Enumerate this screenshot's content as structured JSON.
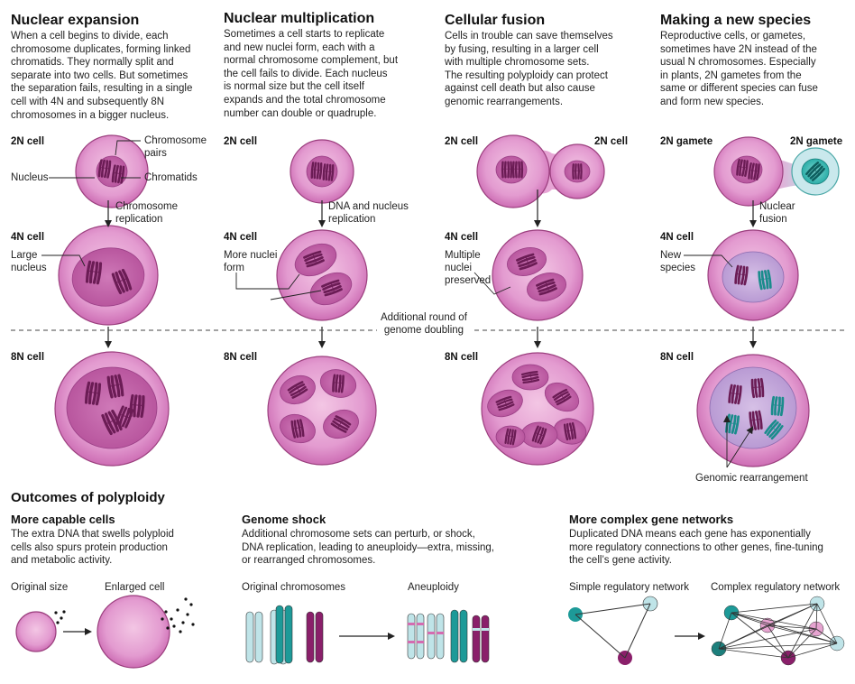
{
  "columns": {
    "expansion": {
      "title": "Nuclear expansion",
      "body": "When a cell begins to divide, each\nchromosome duplicates, forming linked\nchromatids. They normally split and\nseparate into two cells. But sometimes\nthe separation fails, resulting in a single\ncell with 4N and subsequently 8N\nchromosomes in a bigger nucleus.",
      "label_2n": "2N cell",
      "label_4n": "4N cell",
      "label_8n": "8N cell",
      "callout_chromosome_pairs": "Chromosome\npairs",
      "callout_nucleus": "Nucleus",
      "callout_chromatids": "Chromatids",
      "step": "Chromosome\nreplication",
      "callout_large_nucleus": "Large\nnucleus"
    },
    "multiplication": {
      "title": "Nuclear multiplication",
      "body": "Sometimes a cell starts to replicate\nand new nuclei form, each with a\nnormal chromosome complement, but\nthe cell fails to divide. Each nucleus\nis normal size but the cell itself\nexpands and the total chromosome\nnumber can double or quadruple.",
      "label_2n": "2N cell",
      "label_4n": "4N cell",
      "label_8n": "8N cell",
      "step": "DNA and nucleus\nreplication",
      "callout_nuclei": "More nuclei\nform"
    },
    "fusion": {
      "title": "Cellular fusion",
      "body": "Cells in trouble can save themselves\nby fusing, resulting in a larger cell\nwith multiple chromosome sets.\nThe resulting polyploidy can protect\nagainst cell death but also cause\ngenomic rearrangements.",
      "label_2n_left": "2N cell",
      "label_2n_right": "2N cell",
      "label_4n": "4N cell",
      "label_8n": "8N cell",
      "callout_nuclei": "Multiple\nnuclei\npreserved"
    },
    "species": {
      "title": "Making a new species",
      "body": "Reproductive cells, or gametes,\nsometimes have 2N instead of the\nusual N chromosomes. Especially\nin plants, 2N gametes from the\nsame or different species can fuse\nand form new species.",
      "label_gamete_left": "2N gamete",
      "label_gamete_right": "2N gamete",
      "label_4n": "4N cell",
      "label_8n": "8N cell",
      "step": "Nuclear\nfusion",
      "callout_new_species": "New\nspecies",
      "callout_rearrangement": "Genomic rearrangement"
    }
  },
  "doubling_note": "Additional round of\ngenome doubling",
  "outcomes": {
    "title": "Outcomes of polyploidy",
    "capable": {
      "title": "More capable cells",
      "body": "The extra DNA that swells polyploid\ncells also spurs protein production\nand metabolic activity.",
      "label_left": "Original size",
      "label_right": "Enlarged cell"
    },
    "shock": {
      "title": "Genome shock",
      "body": "Additional chromosome sets can perturb, or shock,\nDNA replication, leading to aneuploidy—extra, missing,\nor rearranged chromosomes.",
      "label_left": "Original chromosomes",
      "label_right": "Aneuploidy"
    },
    "networks": {
      "title": "More complex gene networks",
      "body": "Duplicated DNA means each gene has exponentially\nmore regulatory connections to other genes, fine-tuning\nthe cell’s gene activity.",
      "label_left": "Simple regulatory network",
      "label_right": "Complex regulatory network"
    }
  },
  "colors": {
    "cell_fill": "#d98ac3",
    "cell_stroke": "#9b3f7e",
    "nucleus_fill": "#c05aa4",
    "chromosome_purple": "#6b1c55",
    "chromosome_teal": "#1a8c8c",
    "nucleus_lavender": "#c4a6d8",
    "text": "#222222"
  }
}
